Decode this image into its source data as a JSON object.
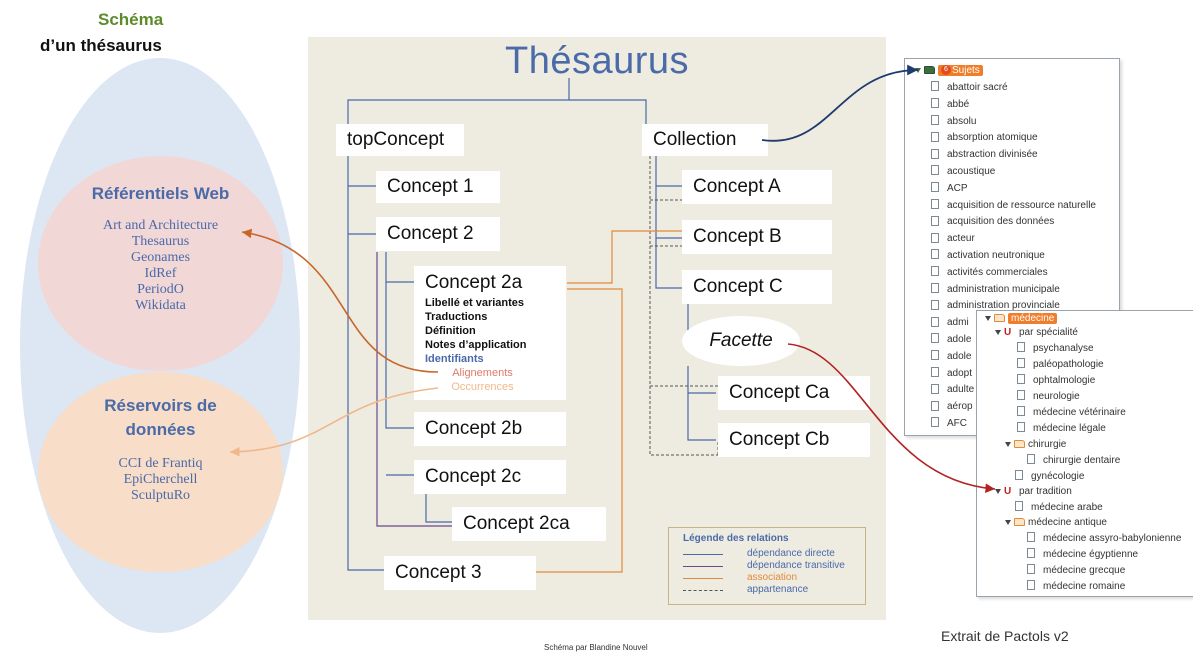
{
  "header": {
    "title": "Schéma",
    "subtitle": "d’un thésaurus"
  },
  "web": {
    "title": "Référentiels Web",
    "items": [
      "Art and Architecture",
      "Thesaurus",
      "Geonames",
      "IdRef",
      "PeriodO",
      "Wikidata"
    ]
  },
  "reservoirs": {
    "title_line1": "Réservoirs de",
    "title_line2": "données",
    "items": [
      "CCI de Frantiq",
      "EpiCherchell",
      "SculptuRo"
    ]
  },
  "thesaurus": {
    "title": "Thésaurus",
    "top_concept": "topConcept",
    "collection": "Collection",
    "concept1": "Concept 1",
    "concept2": "Concept 2",
    "concept2a": "Concept 2a",
    "concept2a_details": [
      "Libellé et variantes",
      "Traductions",
      "Définition",
      "Notes d’application"
    ],
    "identifiants": "Identifiants",
    "alignements": "Alignements",
    "occurrences": "Occurrences",
    "concept2b": "Concept 2b",
    "concept2c": "Concept 2c",
    "concept2ca": "Concept 2ca",
    "concept3": "Concept 3",
    "conceptA": "Concept A",
    "conceptB": "Concept B",
    "conceptC": "Concept C",
    "facette": "Facette",
    "conceptCa": "Concept Ca",
    "conceptCb": "Concept Cb"
  },
  "legend": {
    "title": "Légende des relations",
    "items": [
      {
        "label": "dépendance directe",
        "color": "#4a6aa8"
      },
      {
        "label": "dépendance transitive",
        "color": "#6a4a8a"
      },
      {
        "label": "association",
        "color": "#e38a3a"
      },
      {
        "label": "appartenance",
        "color": "#555555"
      }
    ]
  },
  "colors": {
    "blue": "#4a6aa8",
    "orange": "#e38a3a",
    "dark_red": "#b22222",
    "navy": "#1f3a6e",
    "green": "#5b8c2a"
  },
  "tree1": {
    "root_count": "6",
    "root_label": "Sujets",
    "items": [
      "abattoir sacré",
      "abbé",
      "absolu",
      "absorption atomique",
      "abstraction divinisée",
      "acoustique",
      "ACP",
      "acquisition de ressource naturelle",
      "acquisition des données",
      "acteur",
      "activation neutronique",
      "activités commerciales",
      "administration municipale",
      "administration provinciale",
      "admi",
      "adole",
      "adole",
      "adopt",
      "adulte",
      "aérop",
      "AFC"
    ]
  },
  "tree2": {
    "root": "médecine",
    "par_specialite": "par spécialité",
    "specialites": [
      "psychanalyse",
      "paléopathologie",
      "ophtalmologie",
      "neurologie",
      "médecine vétérinaire",
      "médecine légale"
    ],
    "chirurgie": "chirurgie",
    "chirurgie_items": [
      "chirurgie dentaire"
    ],
    "gynecologie": "gynécologie",
    "par_tradition": "par tradition",
    "medecine_arabe": "médecine arabe",
    "medecine_antique": "médecine antique",
    "antique_items": [
      "médecine assyro-babylonienne",
      "médecine égyptienne",
      "médecine grecque",
      "médecine romaine"
    ]
  },
  "footer": {
    "caption": "Extrait de Pactols v2",
    "credit": "Schéma par Blandine Nouvel"
  }
}
